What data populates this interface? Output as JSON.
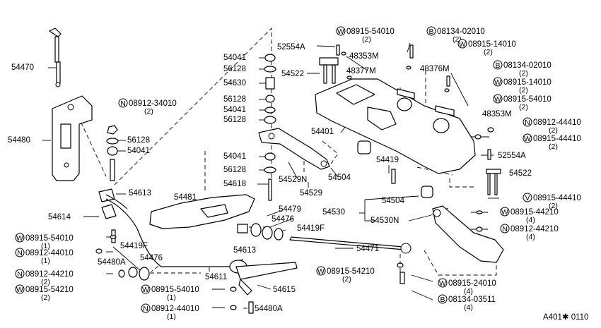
{
  "diagram_code": "A401✱ 0110",
  "callouts": [
    {
      "part": "54470",
      "qty": ""
    },
    {
      "part": "54480",
      "qty": ""
    },
    {
      "part": "08912-34010",
      "prefix": "N",
      "qty": "(2)"
    },
    {
      "part": "56128",
      "qty": ""
    },
    {
      "part": "54041",
      "qty": ""
    },
    {
      "part": "54613",
      "qty": ""
    },
    {
      "part": "54481",
      "qty": ""
    },
    {
      "part": "54614",
      "qty": ""
    },
    {
      "part": "08915-54010",
      "prefix": "W",
      "qty": "(1)"
    },
    {
      "part": "08912-44010",
      "prefix": "N",
      "qty": "(1)"
    },
    {
      "part": "54480A",
      "qty": ""
    },
    {
      "part": "54419F",
      "qty": ""
    },
    {
      "part": "08912-44210",
      "prefix": "N",
      "qty": "(2)"
    },
    {
      "part": "54476",
      "qty": ""
    },
    {
      "part": "08915-54210",
      "prefix": "W",
      "qty": "(2)"
    },
    {
      "part": "54611",
      "qty": ""
    },
    {
      "part": "08915-54010",
      "prefix": "W",
      "qty": "(1)"
    },
    {
      "part": "08912-44010",
      "prefix": "N",
      "qty": "(1)"
    },
    {
      "part": "54480A",
      "qty": ""
    },
    {
      "part": "54615",
      "qty": ""
    },
    {
      "part": "08915-54210",
      "prefix": "W",
      "qty": "(2)"
    },
    {
      "part": "54613",
      "qty": ""
    },
    {
      "part": "54476",
      "qty": ""
    },
    {
      "part": "54479",
      "qty": ""
    },
    {
      "part": "54419F",
      "qty": ""
    },
    {
      "part": "54471",
      "qty": ""
    },
    {
      "part": "54041",
      "qty": ""
    },
    {
      "part": "56128",
      "qty": ""
    },
    {
      "part": "54630",
      "qty": ""
    },
    {
      "part": "56128",
      "qty": ""
    },
    {
      "part": "54041",
      "qty": ""
    },
    {
      "part": "56128",
      "qty": ""
    },
    {
      "part": "52554A",
      "qty": ""
    },
    {
      "part": "54522",
      "qty": ""
    },
    {
      "part": "54041",
      "qty": ""
    },
    {
      "part": "56128",
      "qty": ""
    },
    {
      "part": "54618",
      "qty": ""
    },
    {
      "part": "54529N",
      "qty": ""
    },
    {
      "part": "54504",
      "qty": ""
    },
    {
      "part": "54529",
      "qty": ""
    },
    {
      "part": "08915-54010",
      "prefix": "W",
      "qty": "(2)"
    },
    {
      "part": "08134-02010",
      "prefix": "B",
      "qty": "(2)"
    },
    {
      "part": "08915-14010",
      "prefix": "W",
      "qty": "(2)"
    },
    {
      "part": "48353M",
      "qty": ""
    },
    {
      "part": "48377M",
      "qty": ""
    },
    {
      "part": "48376M",
      "qty": ""
    },
    {
      "part": "08134-02010",
      "prefix": "B",
      "qty": "(2)"
    },
    {
      "part": "08915-14010",
      "prefix": "W",
      "qty": "(2)"
    },
    {
      "part": "08915-54010",
      "prefix": "W",
      "qty": "(2)"
    },
    {
      "part": "48353M",
      "qty": ""
    },
    {
      "part": "54401",
      "qty": ""
    },
    {
      "part": "08912-44410",
      "prefix": "N",
      "qty": "(2)"
    },
    {
      "part": "08915-44410",
      "prefix": "W",
      "qty": "(2)"
    },
    {
      "part": "52554A",
      "qty": ""
    },
    {
      "part": "54419",
      "qty": ""
    },
    {
      "part": "54522",
      "qty": ""
    },
    {
      "part": "08915-44410",
      "prefix": "V",
      "qty": "(2)"
    },
    {
      "part": "54504",
      "qty": ""
    },
    {
      "part": "54530",
      "qty": ""
    },
    {
      "part": "54530N",
      "qty": ""
    },
    {
      "part": "08915-44210",
      "prefix": "W",
      "qty": "(4)"
    },
    {
      "part": "08912-44210",
      "prefix": "N",
      "qty": "(4)"
    },
    {
      "part": "08915-24010",
      "prefix": "W",
      "qty": "(4)"
    },
    {
      "part": "08134-03511",
      "prefix": "B",
      "qty": "(4)"
    }
  ]
}
